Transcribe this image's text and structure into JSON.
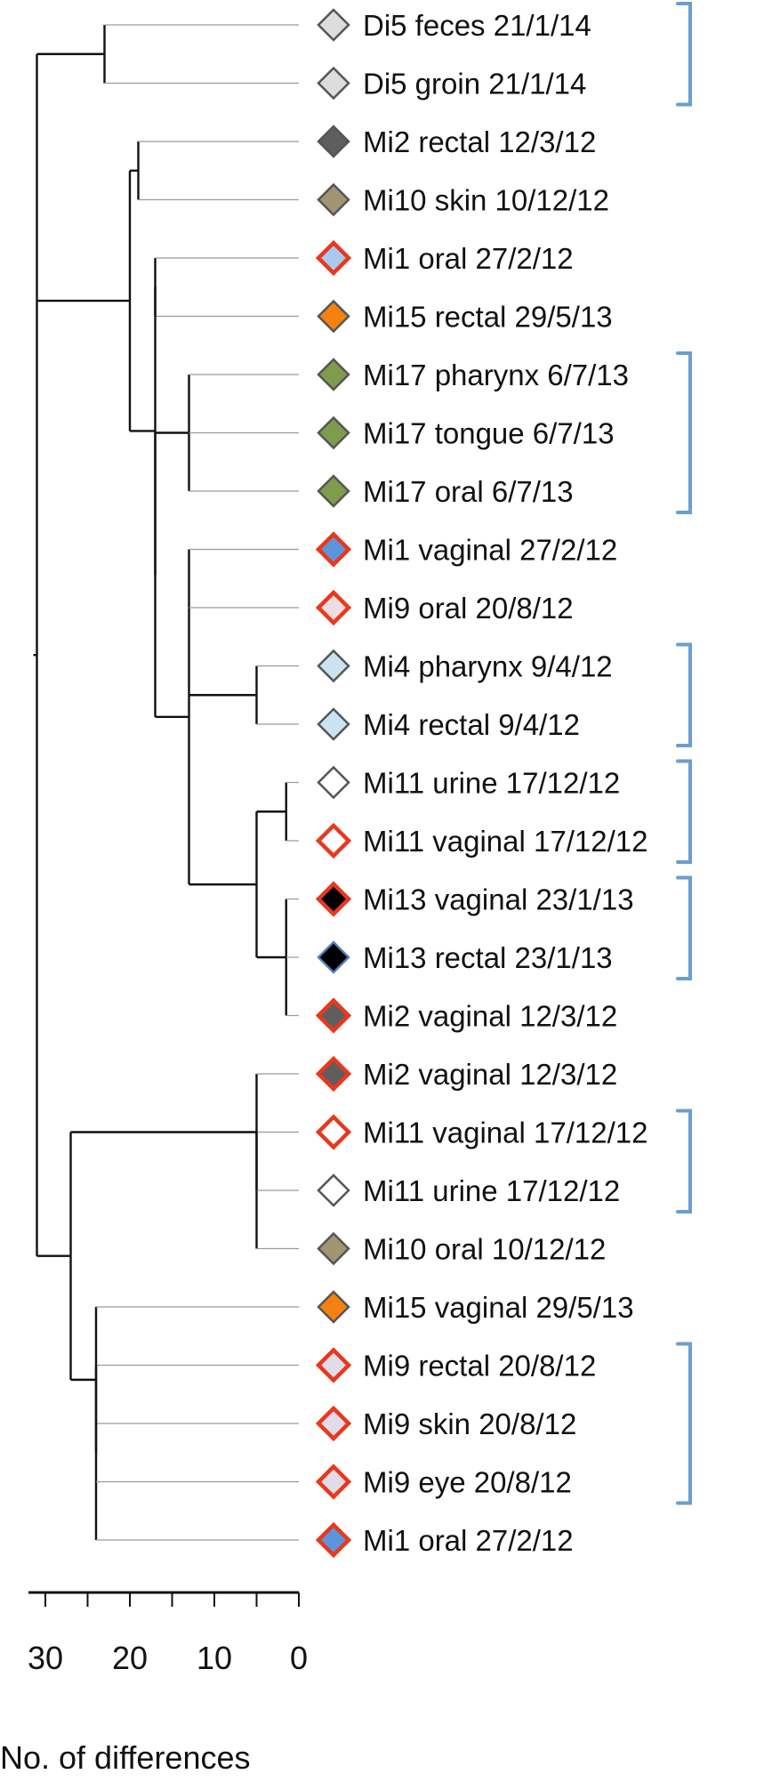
{
  "colors": {
    "red_outline": "#e8381e",
    "gray_outline": "#555555",
    "blue_outline": "#4f7fc4",
    "bracket": "#6a9ed0",
    "light_gray": "#dddddd",
    "dark_gray": "#5e5e5e",
    "khaki": "#a09570",
    "light_blue": "#a9c9ee",
    "orange": "#f5820e",
    "olive_green": "#7f9b4c",
    "blue": "#5b96dc",
    "pale_pink": "#f1dde0",
    "pale_cyan": "#c9e3f0",
    "white": "#ffffff",
    "black": "#000000",
    "pale_lavender": "#e2dbea"
  },
  "leaves": [
    {
      "label": "Di5 feces 21/1/14",
      "marker": "diamond-icon",
      "fill": "#dddddd",
      "outline": "#555555"
    },
    {
      "label": "Di5 groin 21/1/14",
      "marker": "diamond-icon",
      "fill": "#dddddd",
      "outline": "#555555"
    },
    {
      "label": "Mi2 rectal 12/3/12",
      "marker": "diamond-icon",
      "fill": "#5e5e5e",
      "outline": "#555555"
    },
    {
      "label": "Mi10 skin 10/12/12",
      "marker": "diamond-icon",
      "fill": "#a09570",
      "outline": "#555555"
    },
    {
      "label": "Mi1 oral 27/2/12",
      "marker": "diamond-icon",
      "fill": "#a9c9ee",
      "outline": "#e8381e"
    },
    {
      "label": "Mi15 rectal 29/5/13",
      "marker": "diamond-icon",
      "fill": "#f5820e",
      "outline": "#555555"
    },
    {
      "label": "Mi17 pharynx 6/7/13",
      "marker": "diamond-icon",
      "fill": "#7f9b4c",
      "outline": "#555555"
    },
    {
      "label": "Mi17 tongue 6/7/13",
      "marker": "diamond-icon",
      "fill": "#7f9b4c",
      "outline": "#555555"
    },
    {
      "label": "Mi17 oral 6/7/13",
      "marker": "diamond-icon",
      "fill": "#7f9b4c",
      "outline": "#555555"
    },
    {
      "label": "Mi1 vaginal 27/2/12",
      "marker": "diamond-icon",
      "fill": "#5b96dc",
      "outline": "#e8381e"
    },
    {
      "label": "Mi9 oral 20/8/12",
      "marker": "diamond-icon",
      "fill": "#f1dde0",
      "outline": "#e8381e"
    },
    {
      "label": "Mi4 pharynx 9/4/12",
      "marker": "diamond-icon",
      "fill": "#c9e3f0",
      "outline": "#555555"
    },
    {
      "label": "Mi4 rectal 9/4/12",
      "marker": "diamond-icon",
      "fill": "#c9e3f0",
      "outline": "#555555"
    },
    {
      "label": "Mi11 urine 17/12/12",
      "marker": "diamond-icon",
      "fill": "#ffffff",
      "outline": "#555555"
    },
    {
      "label": "Mi11 vaginal 17/12/12",
      "marker": "diamond-icon",
      "fill": "#ffffff",
      "outline": "#e8381e"
    },
    {
      "label": "Mi13 vaginal 23/1/13",
      "marker": "diamond-icon",
      "fill": "#000000",
      "outline": "#e8381e"
    },
    {
      "label": "Mi13 rectal 23/1/13",
      "marker": "diamond-icon",
      "fill": "#000000",
      "outline": "#4f7fc4"
    },
    {
      "label": "Mi2 vaginal 12/3/12",
      "marker": "diamond-icon",
      "fill": "#5e5e5e",
      "outline": "#e8381e"
    },
    {
      "label": "Mi2 vaginal 12/3/12",
      "marker": "diamond-icon",
      "fill": "#5e5e5e",
      "outline": "#e8381e"
    },
    {
      "label": "Mi11 vaginal 17/12/12",
      "marker": "diamond-icon",
      "fill": "#ffffff",
      "outline": "#e8381e"
    },
    {
      "label": "Mi11 urine 17/12/12",
      "marker": "diamond-icon",
      "fill": "#ffffff",
      "outline": "#555555"
    },
    {
      "label": "Mi10 oral 10/12/12",
      "marker": "diamond-icon",
      "fill": "#a09570",
      "outline": "#555555"
    },
    {
      "label": "Mi15 vaginal 29/5/13",
      "marker": "diamond-icon",
      "fill": "#f5820e",
      "outline": "#555555"
    },
    {
      "label": "Mi9 rectal 20/8/12",
      "marker": "diamond-icon",
      "fill": "#e2dbea",
      "outline": "#e8381e"
    },
    {
      "label": "Mi9 skin 20/8/12",
      "marker": "diamond-icon",
      "fill": "#e2dbea",
      "outline": "#e8381e"
    },
    {
      "label": "Mi9 eye 20/8/12",
      "marker": "diamond-icon",
      "fill": "#e2dbea",
      "outline": "#e8381e"
    },
    {
      "label": "Mi1 oral 27/2/12",
      "marker": "diamond-icon",
      "fill": "#5b96dc",
      "outline": "#e8381e"
    }
  ],
  "bracket_groups": [
    {
      "first": 0,
      "last": 1
    },
    {
      "first": 6,
      "last": 8
    },
    {
      "first": 11,
      "last": 12
    },
    {
      "first": 13,
      "last": 14
    },
    {
      "first": 15,
      "last": 16
    },
    {
      "first": 19,
      "last": 20
    },
    {
      "first": 23,
      "last": 25
    }
  ],
  "tree": {
    "depth": 31,
    "children": [
      {
        "depth": 23,
        "children": [
          {
            "leaf": 0
          },
          {
            "leaf": 1
          }
        ]
      },
      {
        "depth": 20,
        "children": [
          {
            "depth": 19,
            "children": [
              {
                "leaf": 2
              },
              {
                "leaf": 3
              }
            ]
          },
          {
            "depth": 17,
            "children": [
              {
                "depth": 17,
                "children": [
                  {
                    "leaf": 4
                  },
                  {
                    "leaf": 5
                  }
                ]
              },
              {
                "depth": 17,
                "children": [
                  {
                    "depth": 13,
                    "children": [
                      {
                        "leaf": 6
                      },
                      {
                        "leaf": 7
                      },
                      {
                        "leaf": 8
                      }
                    ]
                  },
                  {
                    "depth": 13,
                    "children": [
                      {
                        "leaf": 9
                      },
                      {
                        "leaf": 10
                      },
                      {
                        "depth": 5,
                        "children": [
                          {
                            "leaf": 11
                          },
                          {
                            "leaf": 12
                          }
                        ]
                      },
                      {
                        "depth": 5,
                        "children": [
                          {
                            "depth": 1.5,
                            "children": [
                              {
                                "leaf": 13
                              },
                              {
                                "leaf": 14
                              }
                            ]
                          },
                          {
                            "depth": 1.5,
                            "children": [
                              {
                                "leaf": 15
                              },
                              {
                                "leaf": 16
                              },
                              {
                                "leaf": 17
                              }
                            ]
                          }
                        ]
                      }
                    ]
                  }
                ]
              }
            ]
          }
        ]
      },
      {
        "depth": 27,
        "children": [
          {
            "depth": 5,
            "children": [
              {
                "leaf": 18
              },
              {
                "depth": 5,
                "children": [
                  {
                    "leaf": 19
                  },
                  {
                    "leaf": 20
                  },
                  {
                    "leaf": 21
                  }
                ]
              }
            ]
          },
          {
            "depth": 24,
            "children": [
              {
                "leaf": 22
              },
              {
                "depth": 24,
                "children": [
                  {
                    "leaf": 23
                  },
                  {
                    "leaf": 24
                  },
                  {
                    "leaf": 25
                  },
                  {
                    "leaf": 26
                  }
                ]
              }
            ]
          }
        ]
      }
    ]
  },
  "axis": {
    "min": 0,
    "max": 30,
    "ticks": [
      30,
      20,
      10,
      0
    ],
    "minor_step": 5,
    "title": "No. of differences"
  }
}
